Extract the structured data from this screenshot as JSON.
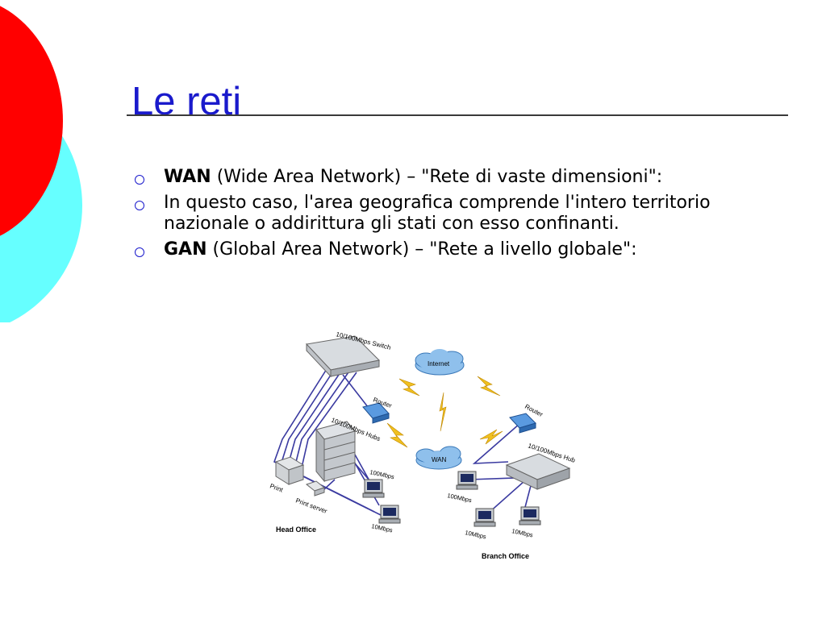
{
  "slide": {
    "title": "Le reti",
    "bullets": [
      {
        "bold": "WAN",
        "text": " (Wide Area Network) – \"Rete di vaste dimensioni\":"
      },
      {
        "bold": "",
        "text": "In questo caso, l'area geografica comprende l'intero territorio nazionale o addirittura gli stati con esso confinanti."
      },
      {
        "bold": "GAN",
        "text": " (Global Area Network) – \"Rete a livello globale\":"
      }
    ]
  },
  "diagram": {
    "switch_label": "10/100Mbps Switch",
    "router_left_label": "Router",
    "router_right_label": "Router",
    "internet_label": "Internet",
    "wan_label": "WAN",
    "hubs_label": "10/100Mbps Hubs",
    "hub_right_label": "10/100Mbps Hub",
    "pc_100_left": "100Mbps",
    "pc_10_left": "10Mbps",
    "pc_100_right": "100Mbps",
    "pc_10_right_a": "10Mbps",
    "pc_10_right_b": "10Mbps",
    "print_label": "Print",
    "print_server_label": "Print server",
    "head_office_label": "Head Office",
    "branch_office_label": "Branch Office"
  },
  "colors": {
    "title": "#1a1acc",
    "bullet": "#1a1acc",
    "deco_red": "#ff0000",
    "deco_cyan": "#66ffff",
    "cable": "#3a3aa0",
    "router": "#3a7fd0",
    "cloud": "#7fb8e8",
    "bolt": "#f0c020"
  }
}
